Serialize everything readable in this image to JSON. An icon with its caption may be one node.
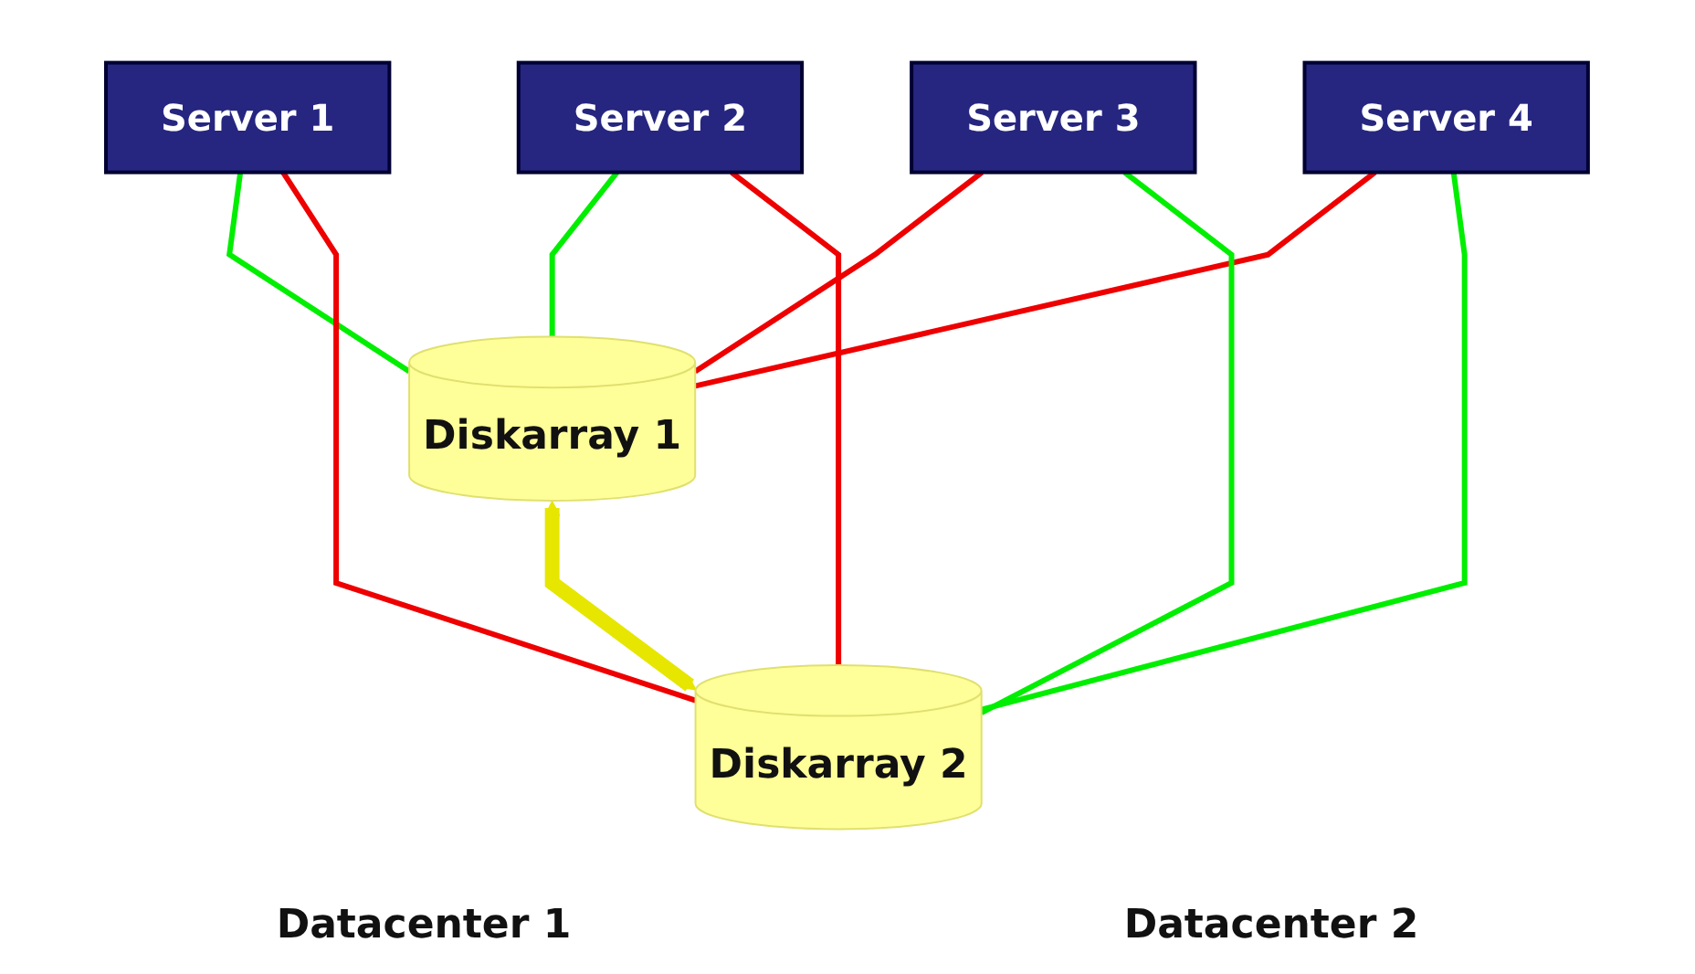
{
  "diagram": {
    "nodes": [
      {
        "text": [
          "Server 1"
        ]
      },
      {
        "text": [
          "Server 2"
        ]
      },
      {
        "text": [
          "Server 3"
        ]
      },
      {
        "text": [
          "Server 4"
        ]
      },
      {
        "text": [
          "Diskarray 1"
        ]
      },
      {
        "text": [
          "Diskarray 2"
        ]
      }
    ],
    "edges": [
      {
        "from": 0,
        "to": 4,
        "arrow": "none",
        "color": "#00ee00"
      },
      {
        "from": 1,
        "to": 4,
        "arrow": "none",
        "color": "#00ee00"
      },
      {
        "from": 0,
        "to": 5,
        "arrow": "none",
        "color": "#ee0000"
      },
      {
        "from": 1,
        "to": 5,
        "arrow": "none",
        "color": "#ee0000"
      },
      {
        "from": 2,
        "to": 4,
        "arrow": "none",
        "color": "#ee0000"
      },
      {
        "from": 3,
        "to": 4,
        "arrow": "none",
        "color": "#ee0000"
      },
      {
        "from": 2,
        "to": 5,
        "arrow": "none",
        "color": "#00ee00"
      },
      {
        "from": 3,
        "to": 5,
        "arrow": "none",
        "color": "#00ee00"
      },
      {
        "from": 4,
        "to": 5,
        "arrow": "both",
        "style": "thick",
        "color": "#e6e600"
      }
    ],
    "labels": [
      "Datacenter 1",
      "Datacenter 2"
    ]
  }
}
